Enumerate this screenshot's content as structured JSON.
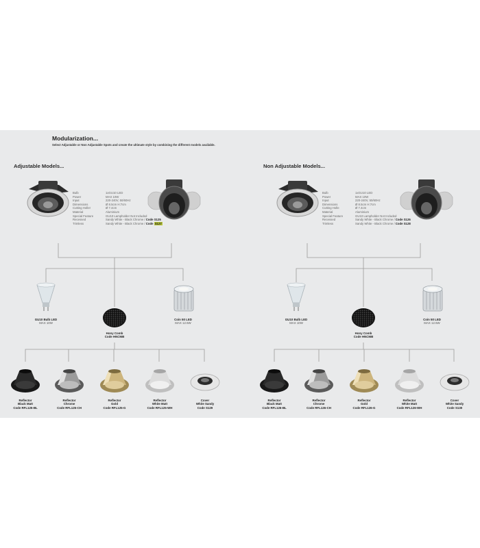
{
  "header": {
    "title": "Modularization...",
    "subtitle": "Select Adjustable or Non Adjustable Spots and create the ultimate style by combining the different models available."
  },
  "sections": [
    {
      "title": "Adjustable Models...",
      "specs": [
        {
          "label": "Bulb",
          "value": "1xGU10 LED"
        },
        {
          "label": "Power",
          "value": "MAX 10W"
        },
        {
          "label": "Input",
          "value": "220-240V, 50/60Hz"
        },
        {
          "label": "Dimensions",
          "value": "Ø 8.5cm H:7cm"
        },
        {
          "label": "Cutting Holler",
          "value": "Ø 7.4cm"
        },
        {
          "label": "Material",
          "value": "Aluminium"
        },
        {
          "label": "Special Feature",
          "value": "GU10 Lampholder Not Included"
        },
        {
          "label": "Recessed",
          "value": "Sandy White - Black Chrome / ",
          "code_prefix": "Code ",
          "code": "S125"
        },
        {
          "label": "Trimless",
          "value": "Sandy White - Black Chrome / ",
          "code_prefix": "Code ",
          "code": "S127"
        }
      ],
      "bulbs": [
        {
          "name": "GU10 Bulb LED",
          "sub": "MAX 10W"
        },
        {
          "name": "Hony Comb",
          "sub": "Code HNCMB"
        },
        {
          "name": "Coin 50 LED",
          "sub": "MAX 12.5W"
        }
      ],
      "reflectors": [
        {
          "l1": "Reflector",
          "l2": "Black Matt",
          "l3": "Code RFL125-BL"
        },
        {
          "l1": "Reflector",
          "l2": "Chrome",
          "l3": "Code RFL125-CH"
        },
        {
          "l1": "Reflector",
          "l2": "Gold",
          "l3": "Code RFL125-G"
        },
        {
          "l1": "Reflector",
          "l2": "White Matt",
          "l3": "Code RFL125-WH"
        },
        {
          "l1": "Cover",
          "l2": "White Sandy",
          "l3": "Code S129"
        }
      ]
    },
    {
      "title": "Non Adjustable Models...",
      "specs": [
        {
          "label": "Bulb",
          "value": "1xGU10 LED"
        },
        {
          "label": "Power",
          "value": "MAX 10W"
        },
        {
          "label": "Input",
          "value": "220-240V, 50/60Hz"
        },
        {
          "label": "Dimensions",
          "value": "Ø 8.5cm H:7cm"
        },
        {
          "label": "Cutting Holle",
          "value": "Ø 7.4cm"
        },
        {
          "label": "Material",
          "value": "Aluminium"
        },
        {
          "label": "Special Feature",
          "value": "GU10 Lampholder Not Included"
        },
        {
          "label": "Recessed",
          "value": "Sandy White - Black Chrome / ",
          "code_prefix": "Code ",
          "code": "S126"
        },
        {
          "label": "Trimless",
          "value": "Sandy White - Black Chrome / ",
          "code_prefix": "Code ",
          "code": "S128"
        }
      ],
      "bulbs": [
        {
          "name": "GU10 Bulb LED",
          "sub": "MAX 10W"
        },
        {
          "name": "Hony Comb",
          "sub": "Code HNCMB"
        },
        {
          "name": "Coin 50 LED",
          "sub": "MAX 12.5W"
        }
      ],
      "reflectors": [
        {
          "l1": "Reflector",
          "l2": "Black Matt",
          "l3": "Code RFL126-BL"
        },
        {
          "l1": "Reflector",
          "l2": "Chrome",
          "l3": "Code RFL126-CH"
        },
        {
          "l1": "Reflector",
          "l2": "Gold",
          "l3": "Code RFL126-G"
        },
        {
          "l1": "Reflector",
          "l2": "White Matt",
          "l3": "Code RFL126-WH"
        },
        {
          "l1": "Cover",
          "l2": "White Sandy",
          "l3": "Code S130"
        }
      ]
    }
  ],
  "colors": {
    "panel": "#e9eaeb",
    "code_highlight": "#b6c43a",
    "reflector_black": "#1c1c1c",
    "reflector_chrome": "#8a8a8a",
    "reflector_gold": "#c9b27a",
    "reflector_white": "#dcdcdc",
    "cover_white": "#f2f2f2"
  }
}
